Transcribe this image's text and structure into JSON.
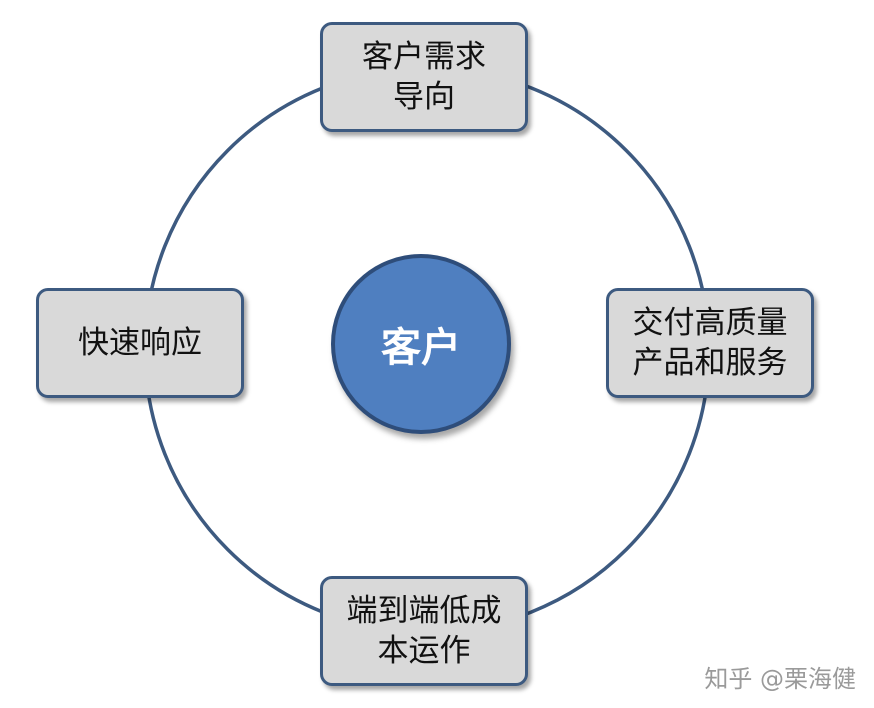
{
  "center": {
    "label": "客户"
  },
  "nodes": {
    "top": {
      "lines": [
        "客户需求",
        "导向"
      ]
    },
    "right": {
      "lines": [
        "交付高质量",
        "产品和服务"
      ]
    },
    "bottom": {
      "lines": [
        "端到端低成",
        "本运作"
      ]
    },
    "left": {
      "lines": [
        "快速响应"
      ]
    }
  },
  "watermark": "知乎 @栗海健",
  "colors": {
    "ring": "#3d5a80",
    "center_fill": "#4f7fc0",
    "box_fill": "#d9d9d9"
  }
}
